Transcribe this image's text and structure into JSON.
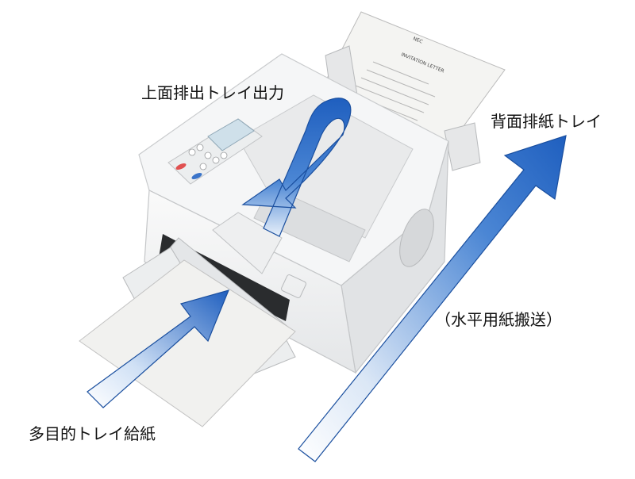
{
  "labels": {
    "top_output": "上面排出トレイ出力",
    "rear_output": "背面排紙トレイ",
    "horizontal_feed": "（水平用紙搬送）",
    "multipurpose_feed": "多目的トレイ給紙"
  },
  "letter": {
    "brand": "NEC",
    "title": "INVITATION LETTER"
  },
  "colors": {
    "arrow_dark": "#1f5fbf",
    "arrow_light": "#ffffff",
    "printer_body": "#f2f3f4",
    "printer_shadow": "#d8dadc",
    "display": "#cfe0ea",
    "paper": "#f4f4f2"
  }
}
